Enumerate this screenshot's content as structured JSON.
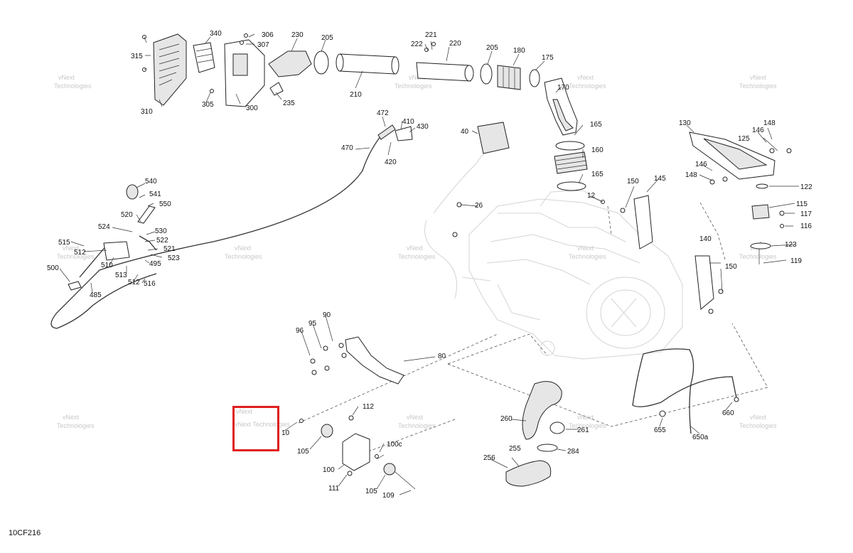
{
  "diagram_code": "10CF216",
  "watermark_line1": "vNext",
  "watermark_line2": "Technologies",
  "watermark_full": "vNext Technologies",
  "highlight_color": "#e01e1e",
  "callouts": [
    "315",
    "340",
    "306",
    "307",
    "230",
    "205",
    "210",
    "221",
    "222",
    "220",
    "205",
    "180",
    "175",
    "170",
    "310",
    "305",
    "300",
    "235",
    "165",
    "160",
    "165",
    "472",
    "410",
    "430",
    "470",
    "420",
    "40",
    "26",
    "12",
    "150",
    "145",
    "130",
    "148",
    "146",
    "125",
    "146",
    "148",
    "122",
    "115",
    "117",
    "116",
    "140",
    "150",
    "123",
    "119",
    "540",
    "541",
    "550",
    "520",
    "524",
    "530",
    "522",
    "521",
    "523",
    "515",
    "512",
    "510",
    "495",
    "513",
    "512",
    "516",
    "500",
    "485",
    "90",
    "95",
    "96",
    "80",
    "112",
    "10",
    "105",
    "100c",
    "100",
    "111",
    "105",
    "109",
    "260",
    "261",
    "284",
    "255",
    "256",
    "660",
    "655",
    "650a"
  ]
}
